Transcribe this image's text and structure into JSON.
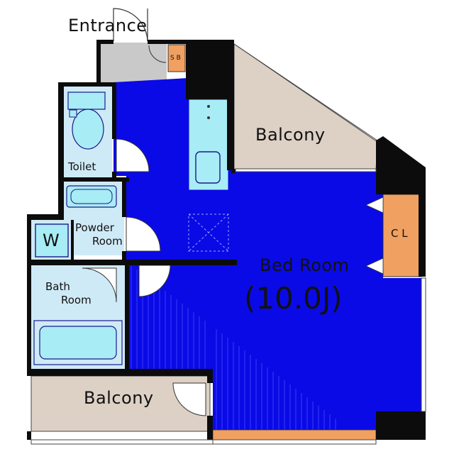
{
  "labels": {
    "entrance": "Entrance",
    "sb": "S B",
    "toilet": "Toilet",
    "balcony_top": "Balcony",
    "bedroom": "Bed Room",
    "bedroom_size": "(10.0J)",
    "closet": "C L",
    "powder_room_line1": "Powder",
    "powder_room_line2": "Room",
    "washer": "W",
    "bath_room_line1": "Bath",
    "bath_room_line2": "Room",
    "balcony_bottom": "Balcony"
  },
  "colors": {
    "floor_blue": "#0a0ae6",
    "wall": "#0c0c0c",
    "fixture_cyan": "#a8ecf5",
    "fixture_light": "#cfeaf7",
    "closet_orange": "#f0a060",
    "balcony_beige": "#ddd1c6",
    "entry_gray": "#c9c9c9"
  }
}
